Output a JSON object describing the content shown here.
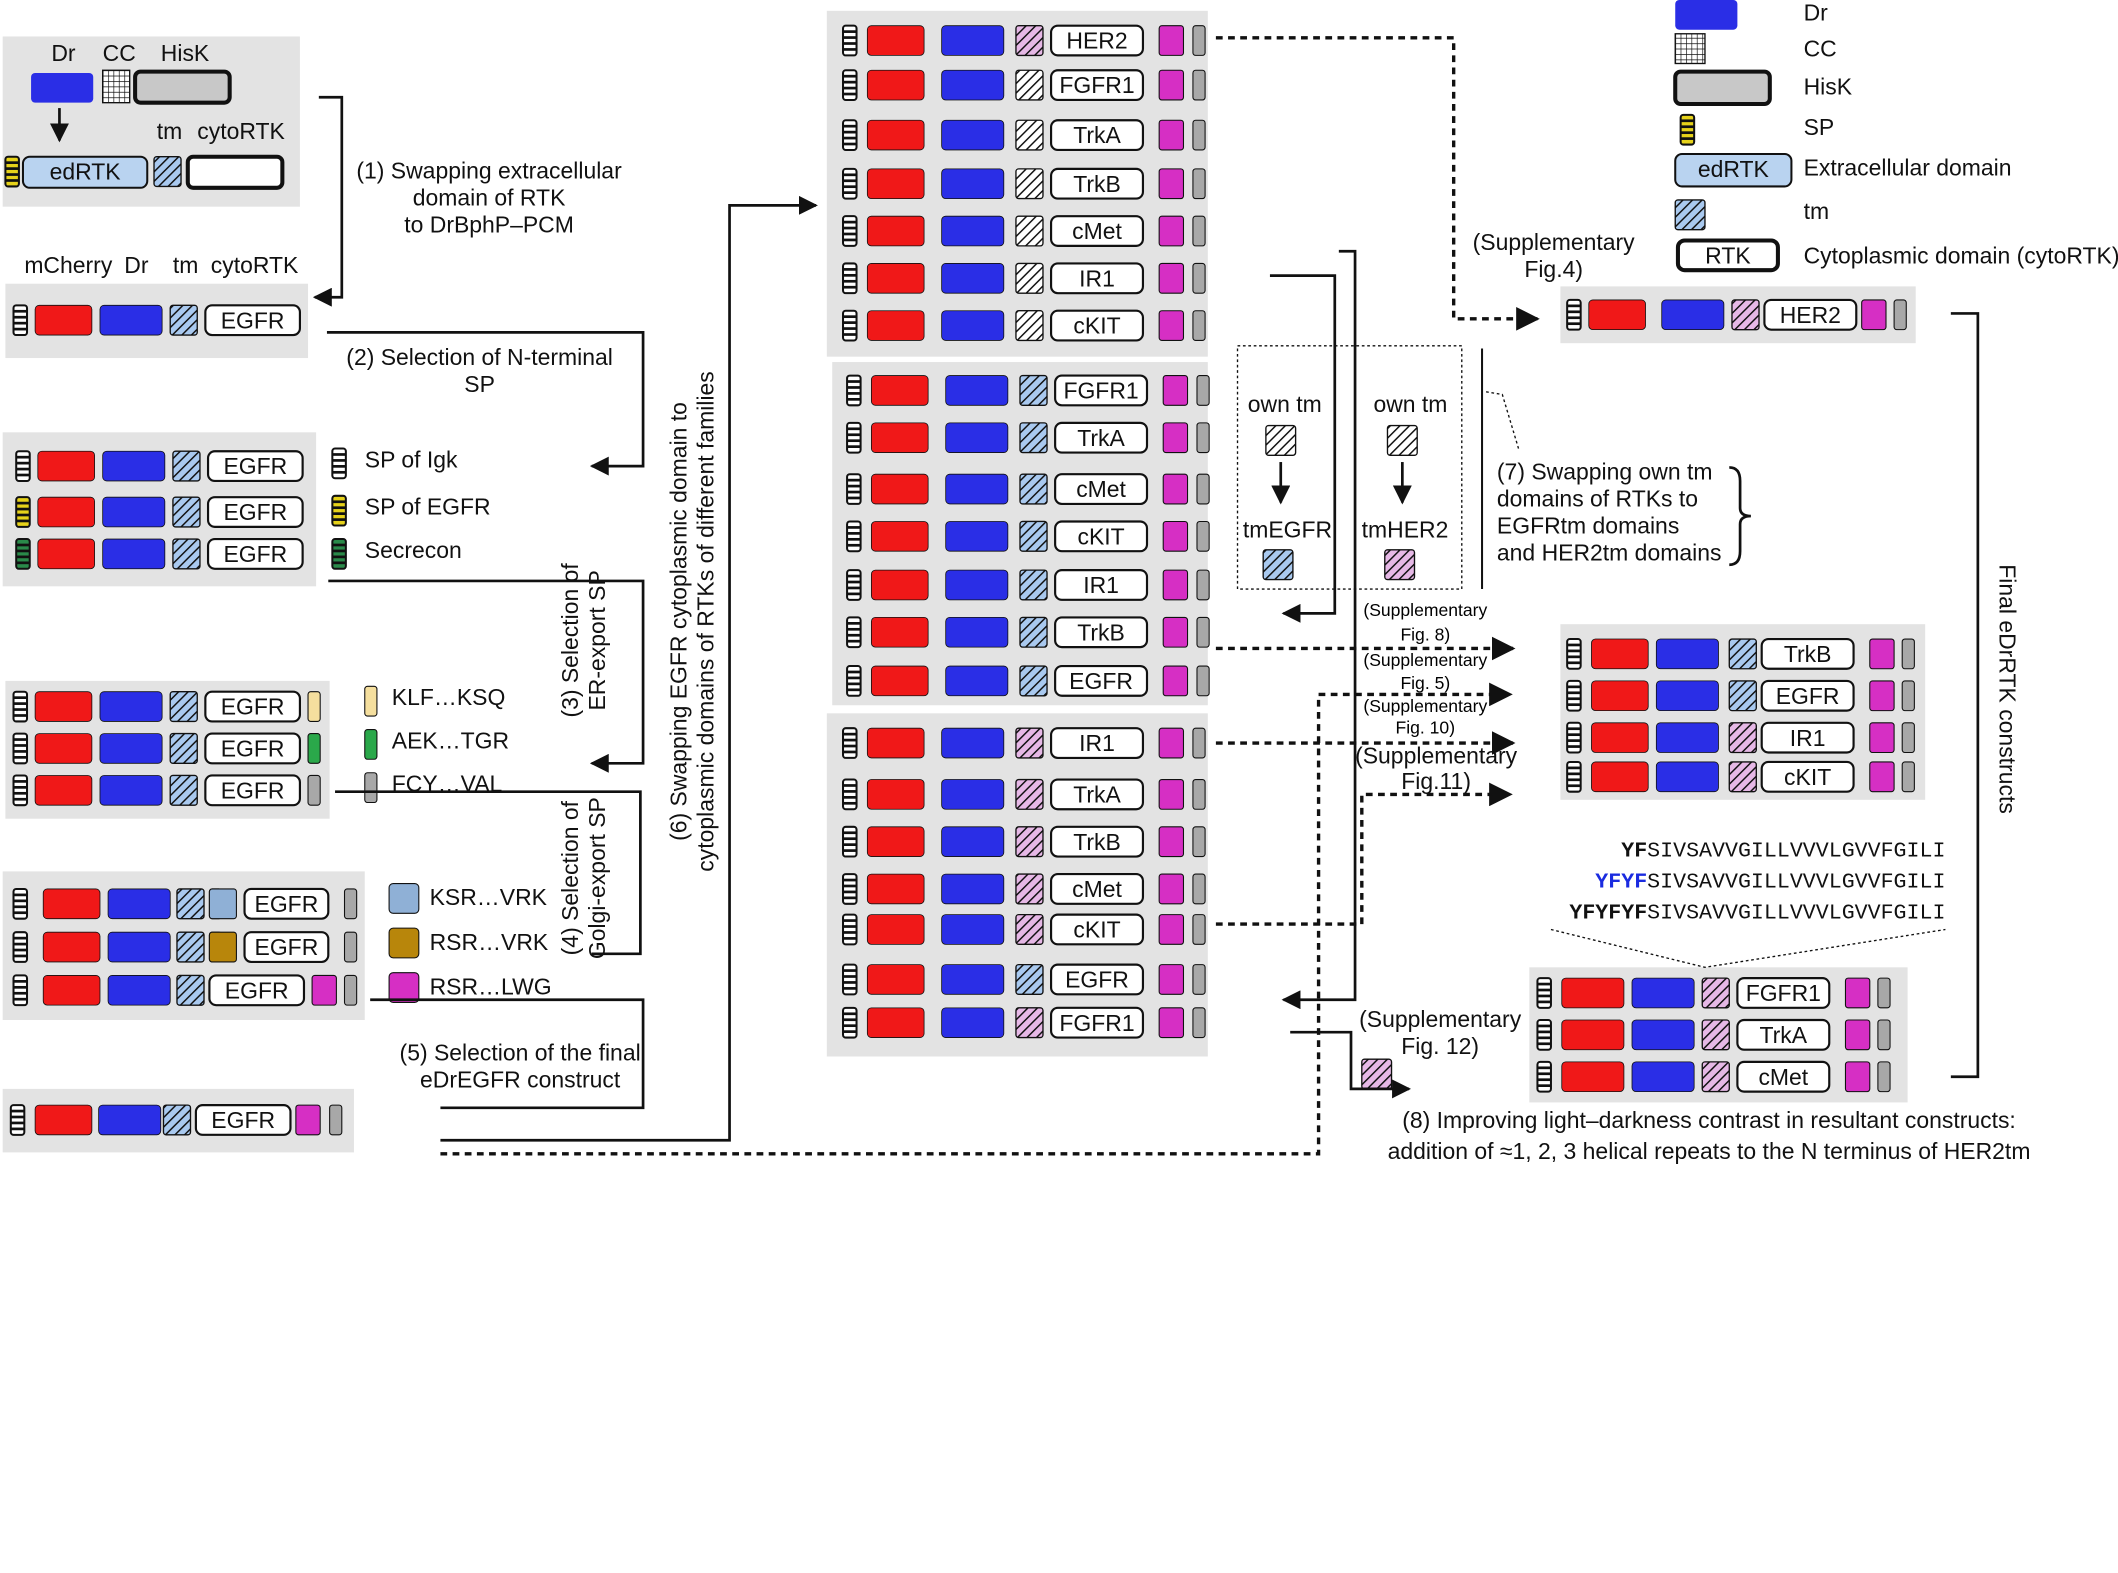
{
  "legend": {
    "dr": "Dr",
    "cc": "CC",
    "hisk": "HisK",
    "sp": "SP",
    "edrtk": "edRTK",
    "extracellular": "Extracellular domain",
    "tm": "tm",
    "rtk": "RTK",
    "cyto": "Cytoplasmic domain (cytoRTK)"
  },
  "top_left": {
    "dr": "Dr",
    "cc": "CC",
    "hisk": "HisK",
    "tm": "tm",
    "cytortk": "cytoRTK",
    "edrtk": "edRTK"
  },
  "header_row": {
    "mcherry": "mCherry",
    "dr": "Dr",
    "tm": "tm",
    "cytortk": "cytoRTK"
  },
  "egfr": "EGFR",
  "steps": {
    "s1a": "(1) Swapping extracellular",
    "s1b": "domain of RTK",
    "s1c": "to DrBphP–PCM",
    "s2a": "(2) Selection of N-terminal",
    "s2b": "SP",
    "s3a": "(3) Selection of",
    "s3b": "ER-export SP",
    "s4a": "(4) Selection of",
    "s4b": "Golgi-export SP",
    "s5a": "(5) Selection of the final",
    "s5b": "eDrEGFR construct",
    "s6a": "(6) Swapping EGFR cytoplasmic domain to",
    "s6b": "cytoplasmic domains of RTKs of different families",
    "s7a": "(7) Swapping own tm",
    "s7b": "domains of RTKs to",
    "s7c": "EGFRtm domains",
    "s7d": "and HER2tm domains",
    "s8a": "(8) Improving light–darkness contrast in resultant constructs:",
    "s8b": "addition of ≈1, 2, 3 helical repeats to the N terminus of HER2tm",
    "final": "Final eDrRTK constructs"
  },
  "sp_labels": [
    "SP of Igk",
    "SP of EGFR",
    "Secrecon"
  ],
  "er_labels": [
    "KLF…KSQ",
    "AEK…TGR",
    "FCY…VAL"
  ],
  "golgi_labels": [
    "KSR…VRK",
    "RSR…VRK",
    "RSR…LWG"
  ],
  "rtks_a": [
    "HER2",
    "FGFR1",
    "TrkA",
    "TrkB",
    "cMet",
    "IR1",
    "cKIT"
  ],
  "rtks_b": [
    "FGFR1",
    "TrkA",
    "cMet",
    "cKIT",
    "IR1",
    "TrkB",
    "EGFR"
  ],
  "rtks_c": [
    "IR1",
    "TrkA",
    "TrkB",
    "cMet",
    "cKIT",
    "EGFR",
    "FGFR1"
  ],
  "tm_box": {
    "own1": "own tm",
    "own2": "own tm",
    "egfr": "tmEGFR",
    "her2": "tmHER2"
  },
  "supp": {
    "fig4a": "(Supplementary",
    "fig4b": "Fig.4)",
    "fig8a": "(Supplementary",
    "fig8b": "Fig. 8)",
    "fig5a": "(Supplementary",
    "fig5b": "Fig. 5)",
    "fig10a": "(Supplementary",
    "fig10b": "Fig. 10)",
    "fig11a": "(Supplementary",
    "fig11b": "Fig.11)",
    "fig12a": "(Supplementary",
    "fig12b": "Fig. 12)"
  },
  "right_her2": "HER2",
  "right_group": [
    "TrkB",
    "EGFR",
    "IR1",
    "cKIT"
  ],
  "right_bottom": [
    "FGFR1",
    "TrkA",
    "cMet"
  ],
  "seq": [
    {
      "bold": "YF",
      "rest": "SIVSAVVGILLVVVLGVVFGILI"
    },
    {
      "bold": "YFYF",
      "rest": "SIVSAVVGILLVVVLGVVFGILI"
    },
    {
      "bold": "YFYFYF",
      "rest": "SIVSAVVGILLVVVLGVVFGILI"
    }
  ],
  "colors": {
    "dr_blue": "#2a2ee6",
    "mcherry_red": "#f01818",
    "magenta": "#d62fc4",
    "gray_tag": "#a8a8a8",
    "panel_bg": "#e3e3e3",
    "tm_blue": "#a9c9ef",
    "tm_pink": "#e6b8e6",
    "ksr": "#8fb0d6",
    "rsr": "#b8860b",
    "klf": "#f5df9e",
    "aek": "#2aa84a",
    "seq_blue": "#1a2be0"
  }
}
